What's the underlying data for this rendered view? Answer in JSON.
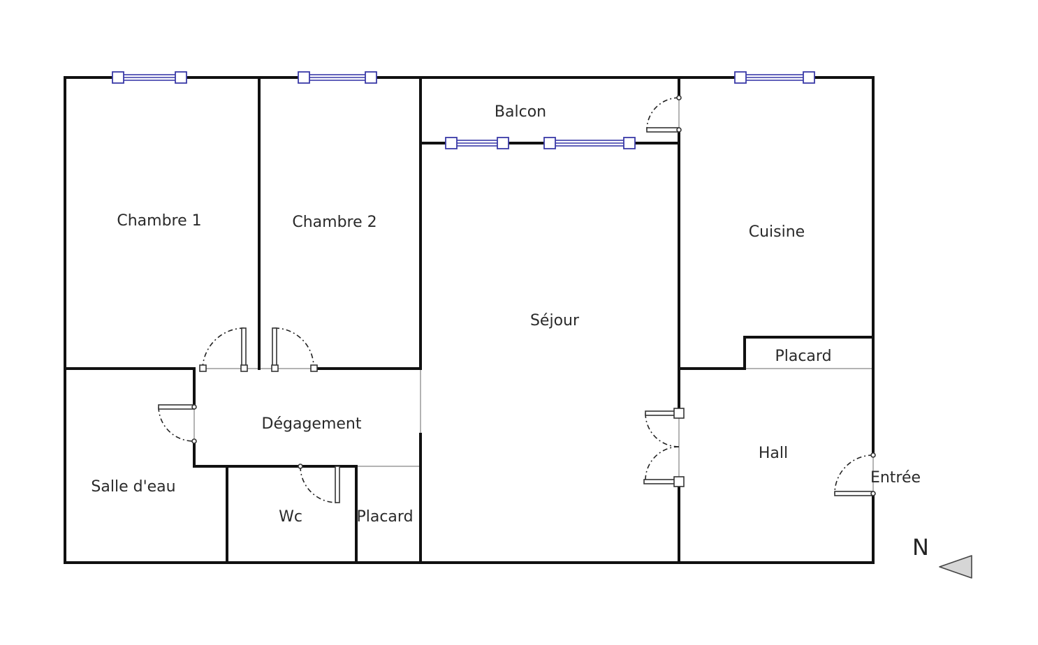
{
  "rooms": {
    "chambre1": "Chambre 1",
    "chambre2": "Chambre 2",
    "balcon": "Balcon",
    "sejour": "Séjour",
    "cuisine": "Cuisine",
    "placard_cuisine": "Placard",
    "degagement": "Dégagement",
    "salle_deau": "Salle d'eau",
    "wc": "Wc",
    "placard_wc": "Placard",
    "hall": "Hall",
    "entree": "Entrée"
  },
  "compass": {
    "label": "N",
    "icon": "north-arrow-icon"
  },
  "colors": {
    "wall": "#111111",
    "window": "#3a3aa8",
    "partition": "#9a9a9a"
  }
}
